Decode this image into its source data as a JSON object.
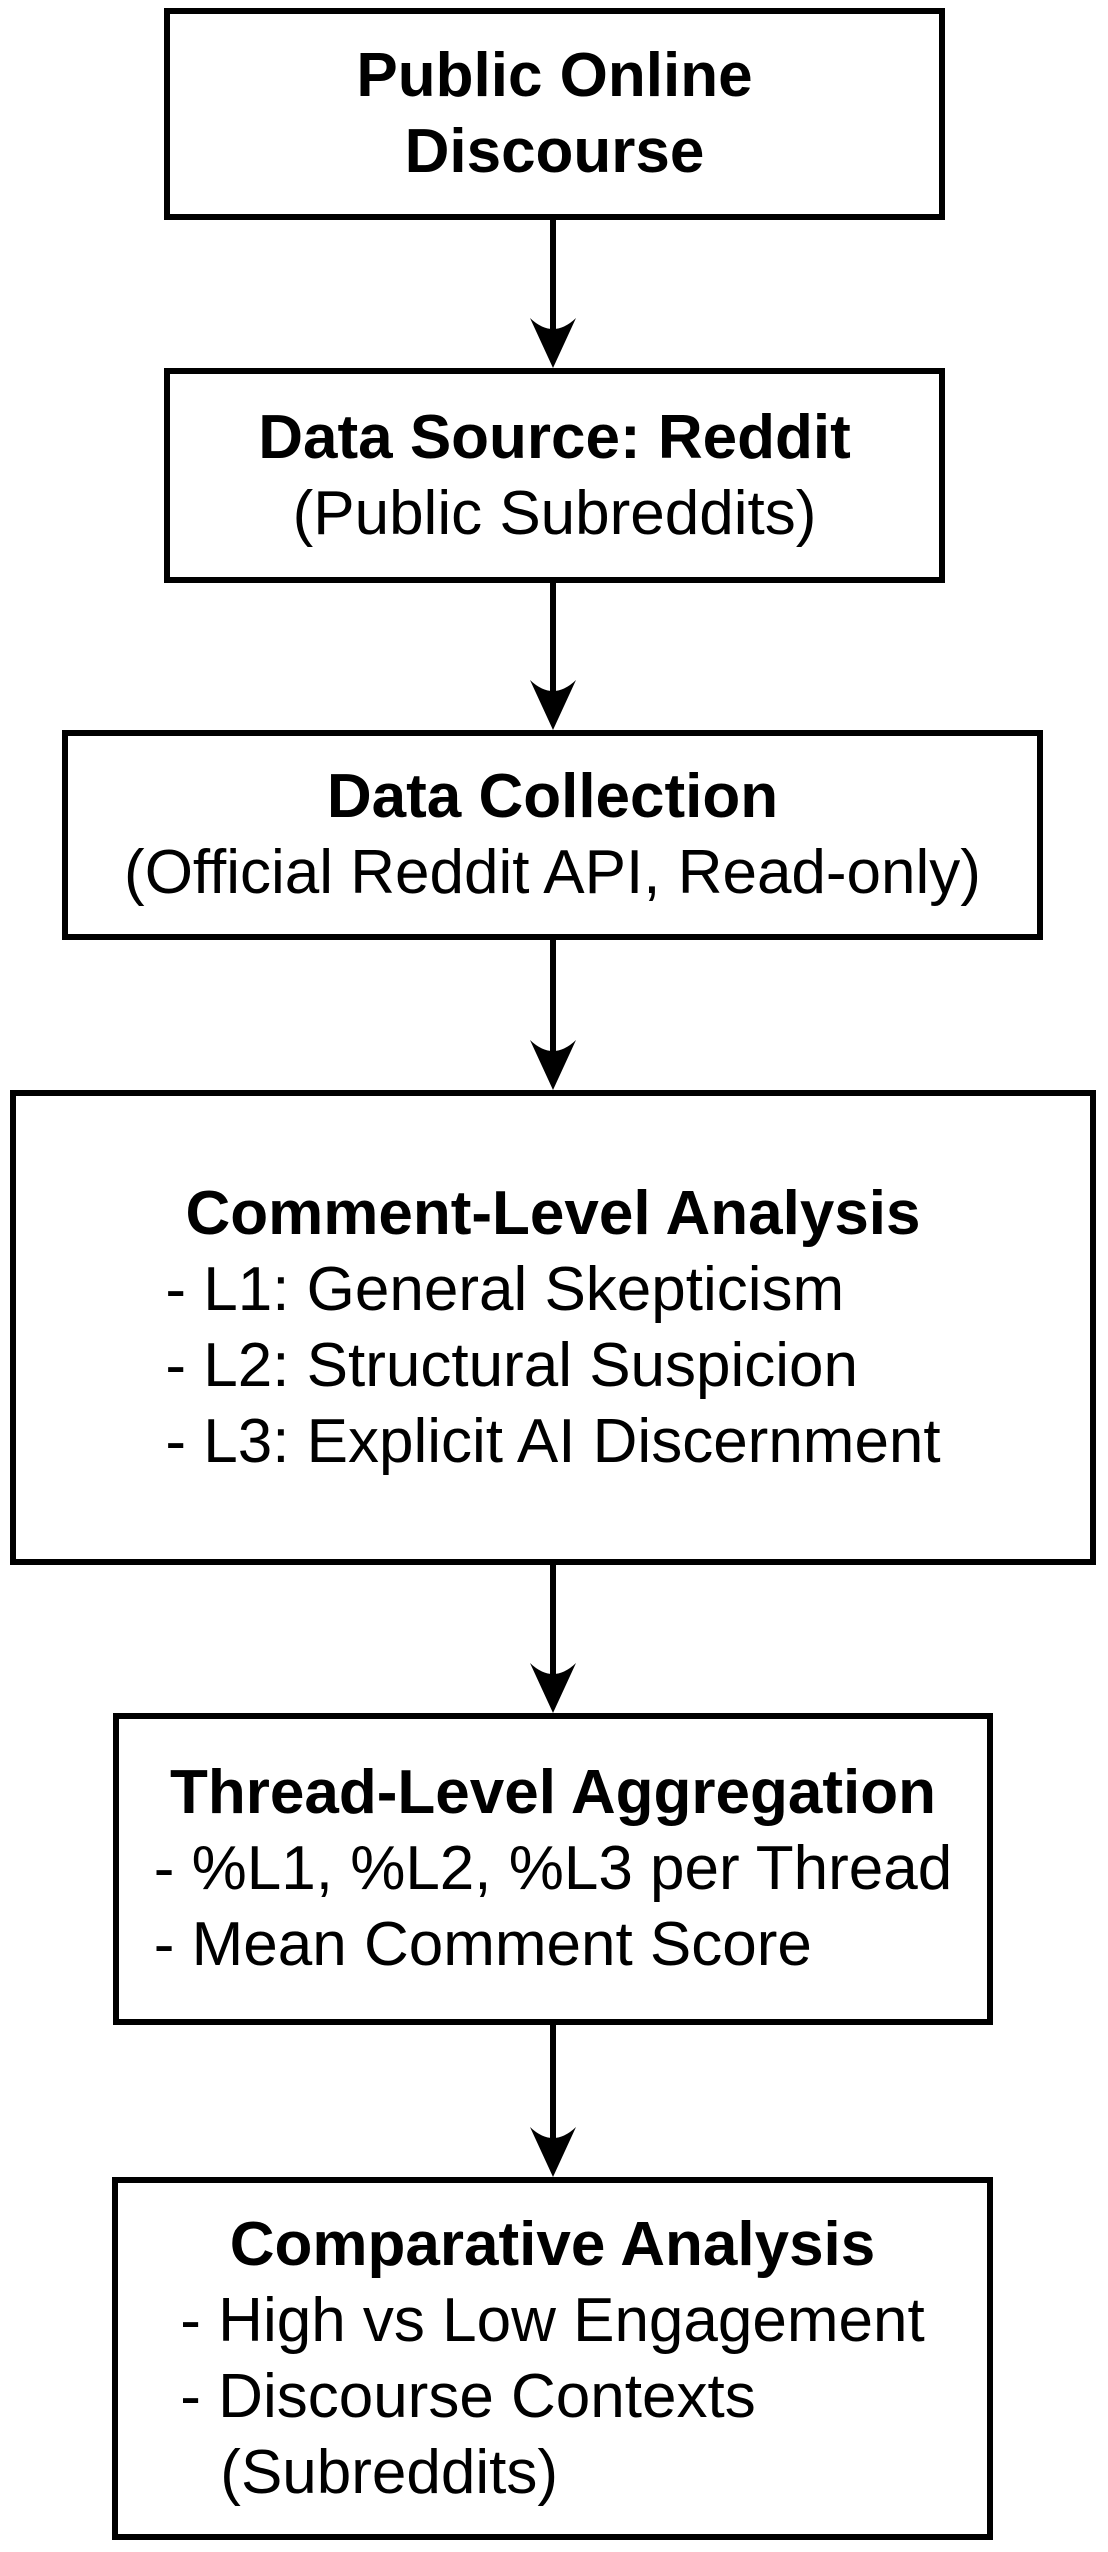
{
  "colors": {
    "background": "#ffffff",
    "box_border": "#000000",
    "text": "#000000",
    "arrow": "#000000"
  },
  "flowchart": {
    "boxes": [
      {
        "id": "public-online-discourse",
        "title_line1": "Public Online",
        "title_line2": "Discourse"
      },
      {
        "id": "data-source-reddit",
        "title": "Data Source: Reddit",
        "subtitle": "(Public Subreddits)"
      },
      {
        "id": "data-collection",
        "title": "Data Collection",
        "subtitle": "(Official Reddit API, Read-only)"
      },
      {
        "id": "comment-level-analysis",
        "title": "Comment-Level Analysis",
        "bullets": [
          "- L1: General Skepticism",
          "- L2: Structural Suspicion",
          "- L3: Explicit AI Discernment"
        ]
      },
      {
        "id": "thread-level-aggregation",
        "title": "Thread-Level Aggregation",
        "bullets": [
          "- %L1, %L2, %L3 per Thread",
          "- Mean Comment Score"
        ]
      },
      {
        "id": "comparative-analysis",
        "title": "Comparative Analysis",
        "bullets": [
          "- High vs Low Engagement",
          "- Discourse Contexts"
        ],
        "bullet_continuation": "(Subreddits)"
      }
    ]
  }
}
